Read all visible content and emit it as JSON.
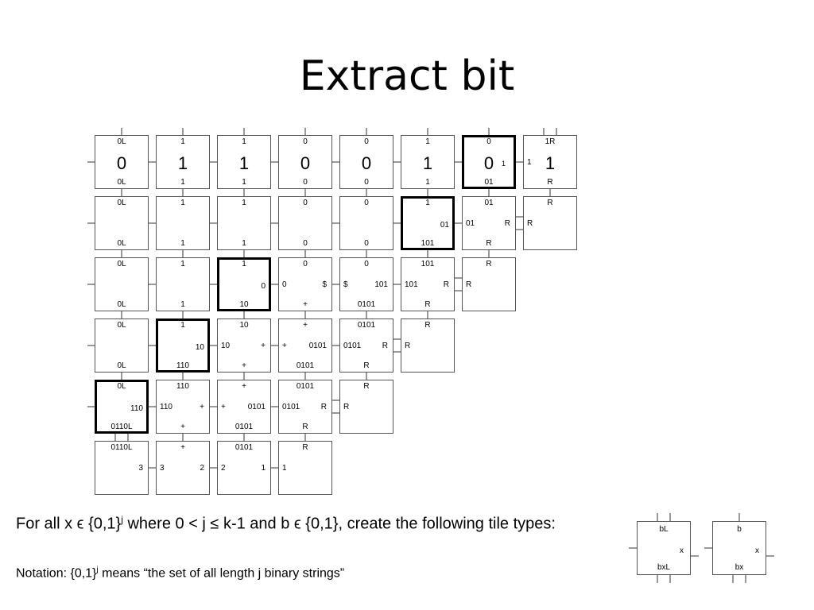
{
  "title": "Extract bit",
  "caption": {
    "pre": "For all x ϵ {0,1}",
    "sup": "j",
    "post": " where 0 < j ≤ k-1 and b ϵ {0,1}, create the following tile types:"
  },
  "notation": {
    "pre": "Notation: {0,1}",
    "sup": "j",
    "post": " means “the set of all length j binary strings”"
  },
  "grid": {
    "rows": [
      [
        {
          "n": "0L",
          "c": "0",
          "s": "0L",
          "big": true
        },
        {
          "n": "1",
          "c": "1",
          "s": "1",
          "big": true
        },
        {
          "n": "1",
          "c": "1",
          "s": "1",
          "big": true
        },
        {
          "n": "0",
          "c": "0",
          "s": "0",
          "big": true
        },
        {
          "n": "0",
          "c": "0",
          "s": "0",
          "big": true
        },
        {
          "n": "1",
          "c": "1",
          "s": "1",
          "big": true
        },
        {
          "n": "0",
          "c": "0",
          "s": "01",
          "e": "1",
          "big": true,
          "hl": true
        },
        {
          "n": "1R",
          "c": "1",
          "s": "R",
          "w": "1",
          "big": true
        }
      ],
      [
        {
          "n": "0L",
          "s": "0L"
        },
        {
          "n": "1",
          "s": "1"
        },
        {
          "n": "1",
          "s": "1"
        },
        {
          "n": "0",
          "s": "0"
        },
        {
          "n": "0",
          "s": "0"
        },
        {
          "n": "1",
          "e": "01",
          "s": "101",
          "hl": true
        },
        {
          "n": "01",
          "w": "01",
          "e": "R",
          "s": "R"
        },
        {
          "n": "R",
          "w": "R"
        }
      ],
      [
        {
          "n": "0L",
          "s": "0L"
        },
        {
          "n": "1",
          "s": "1"
        },
        {
          "n": "1",
          "e": "0",
          "s": "10",
          "hl": true
        },
        {
          "n": "0",
          "w": "0",
          "e": "$",
          "s": "+"
        },
        {
          "n": "0",
          "w": "$",
          "e": "101",
          "s": "0101"
        },
        {
          "n": "101",
          "w": "101",
          "e": "R",
          "s": "R"
        },
        {
          "n": "R",
          "w": "R"
        }
      ],
      [
        {
          "n": "0L",
          "s": "0L"
        },
        {
          "n": "1",
          "e": "10",
          "s": "110",
          "hl": true
        },
        {
          "n": "10",
          "w": "10",
          "e": "+",
          "s": "+"
        },
        {
          "n": "+",
          "w": "+",
          "e": "0101",
          "s": "0101"
        },
        {
          "n": "0101",
          "w": "0101",
          "e": "R",
          "s": "R"
        },
        {
          "n": "R",
          "w": "R"
        }
      ],
      [
        {
          "n": "0L",
          "e": "110",
          "s": "0110L",
          "hl": true
        },
        {
          "n": "110",
          "w": "110",
          "e": "+",
          "s": "+"
        },
        {
          "n": "+",
          "w": "+",
          "e": "0101",
          "s": "0101"
        },
        {
          "n": "0101",
          "w": "0101",
          "e": "R",
          "s": "R"
        },
        {
          "n": "R",
          "w": "R"
        }
      ],
      [
        {
          "n": "0110L",
          "e": "3"
        },
        {
          "n": "+",
          "w": "3",
          "e": "2"
        },
        {
          "n": "0101",
          "w": "2",
          "e": "1"
        },
        {
          "n": "R",
          "w": "1"
        }
      ]
    ]
  },
  "legend": [
    {
      "n": "bL",
      "e": "x",
      "s": "bxL"
    },
    {
      "n": "b",
      "e": "x",
      "s": "bx"
    }
  ]
}
